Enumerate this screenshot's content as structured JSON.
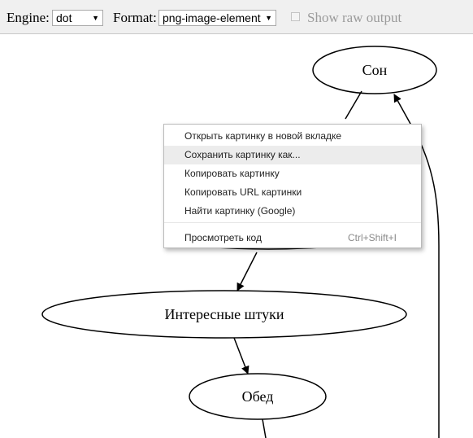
{
  "toolbar": {
    "engine_label": "Engine:",
    "engine_value": "dot",
    "format_label": "Format:",
    "format_value": "png-image-element",
    "raw_output_label": "Show raw output",
    "dropdown_arrow": "▼"
  },
  "graph": {
    "nodes": {
      "son": "Сон",
      "interesting": "Интересные штуки",
      "lunch": "Обед"
    }
  },
  "context_menu": {
    "items": [
      {
        "label": "Открыть картинку в новой вкладке"
      },
      {
        "label": "Сохранить картинку как..."
      },
      {
        "label": "Копировать картинку"
      },
      {
        "label": "Копировать URL картинки"
      },
      {
        "label": "Найти картинку (Google)"
      }
    ],
    "inspect": {
      "label": "Просмотреть код",
      "shortcut": "Ctrl+Shift+I"
    }
  }
}
